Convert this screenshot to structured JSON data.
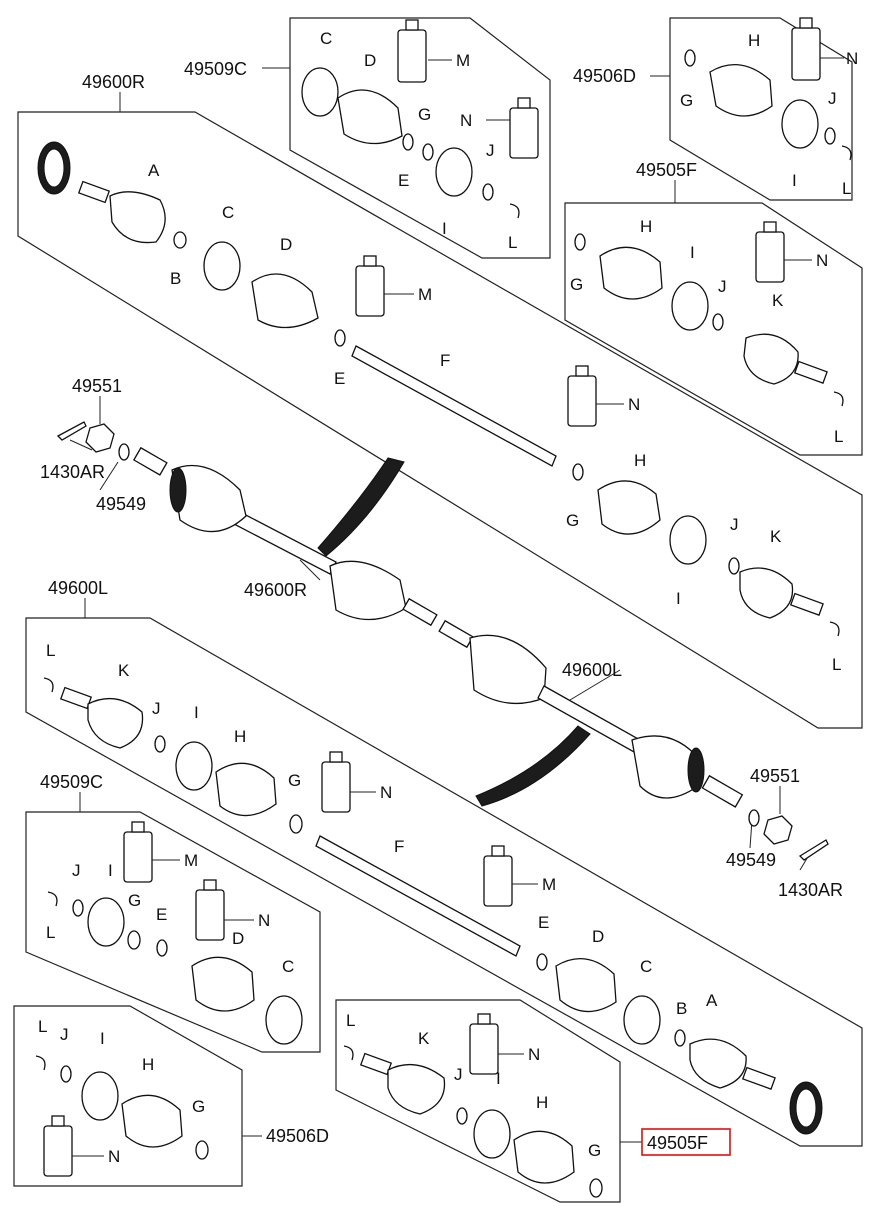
{
  "labels": {
    "c_49509C_top": "49509C",
    "c_49506D_top": "49506D",
    "c_49600R_top": "49600R",
    "c_49505F_top": "49505F",
    "c_49551_top": "49551",
    "c_1430AR_top": "1430AR",
    "c_49549_top": "49549",
    "c_49600R_mid": "49600R",
    "c_49600L_top": "49600L",
    "c_49600L_mid": "49600L",
    "c_49551_bot": "49551",
    "c_49549_bot": "49549",
    "c_1430AR_bot": "1430AR",
    "c_49509C_bot": "49509C",
    "c_49506D_bot": "49506D",
    "c_49505F_bot": "49505F",
    "A": "A",
    "B": "B",
    "C": "C",
    "D": "D",
    "E": "E",
    "F": "F",
    "G": "G",
    "H": "H",
    "I": "I",
    "J": "J",
    "K": "K",
    "L": "L",
    "M": "M",
    "N": "N"
  },
  "highlight": {
    "label_key": "c_49505F_bot",
    "color": "#dd1111"
  }
}
